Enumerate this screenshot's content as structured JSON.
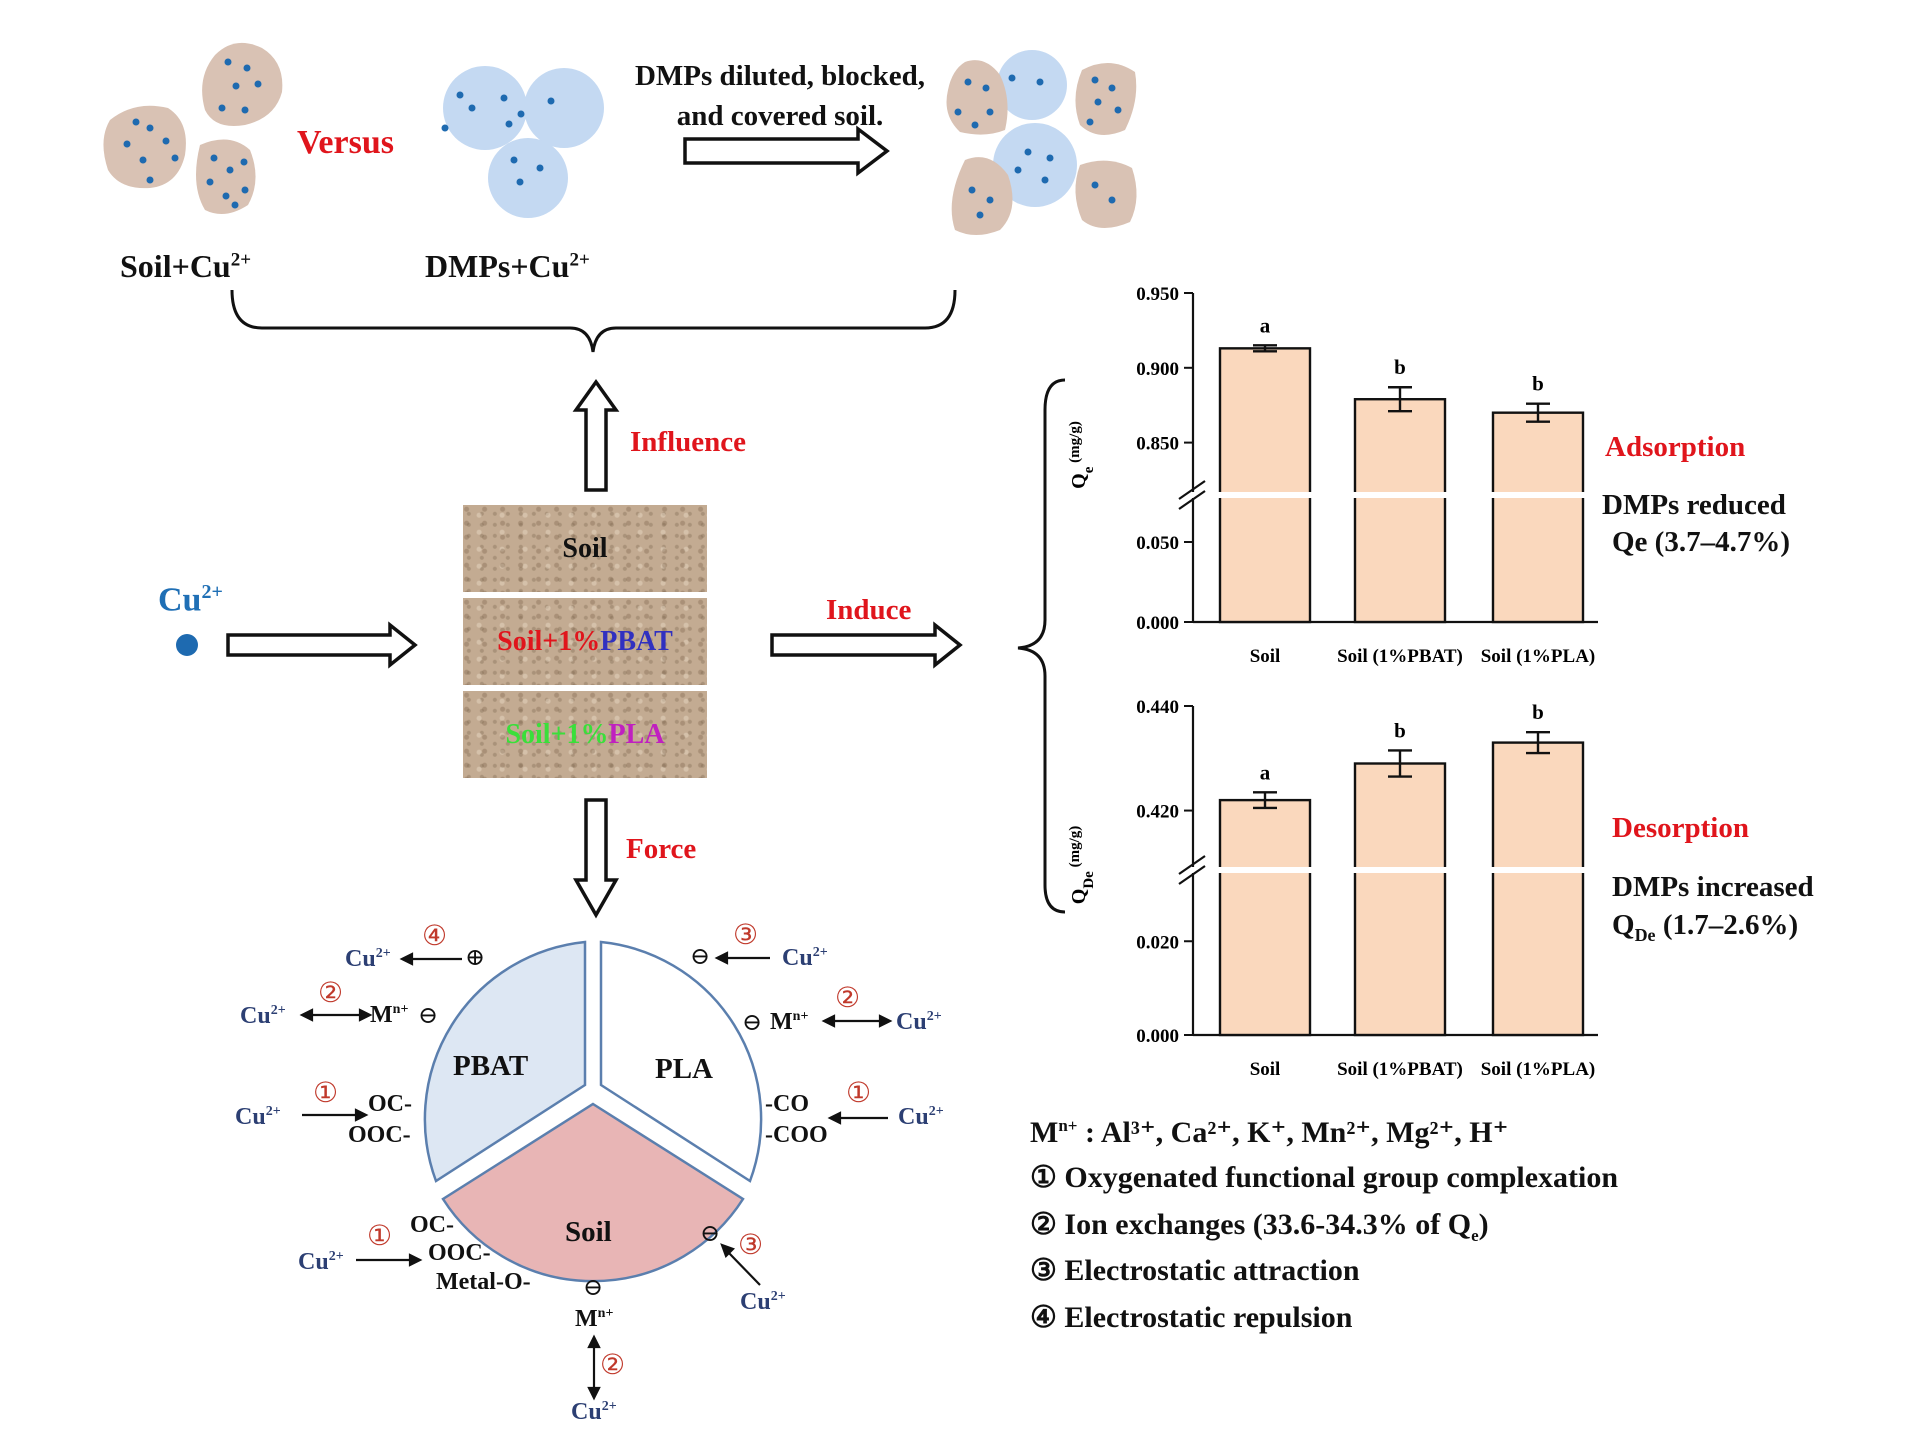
{
  "top": {
    "versus": "Versus",
    "soil_cu": "Soil+Cu",
    "dmps_cu": "DMPs+Cu",
    "charge": "2+",
    "arrow_text_line1": "DMPs diluted, blocked,",
    "arrow_text_line2": "and covered soil."
  },
  "center": {
    "influence": "Influence",
    "induce": "Induce",
    "force": "Force",
    "cu_ion": "Cu",
    "charge": "2+",
    "layers": {
      "soil": "Soil",
      "pbat_prefix": "Soil+1%",
      "pbat": "PBAT",
      "pla_prefix": "Soil+1%",
      "pla": "PLA"
    }
  },
  "colors": {
    "soil_particle": "#d9c2b4",
    "dmp_particle": "#c4d9f2",
    "dot": "#1e6ab0",
    "bar_fill": "#fad8bd",
    "pbat_sector": "#dde7f3",
    "pla_sector": "#ffffff",
    "soil_sector": "#e8b5b5",
    "pie_outline": "#5b7fae",
    "label_red": "#e0151c",
    "cu_blue": "#2c3f73",
    "circle_num": "#c0392b",
    "pbat_blue": "#3030c0",
    "pla_magenta": "#c020c0",
    "pla_prefix_green": "#3adf3a"
  },
  "mechanism": {
    "pbat": "PBAT",
    "pla": "PLA",
    "soil": "Soil",
    "cu": "Cu",
    "charge": "2+",
    "mn": "M",
    "mn_charge": "n+",
    "minus": "⊖",
    "plus": "⊕",
    "num1": "①",
    "num2": "②",
    "num3": "③",
    "num4": "④",
    "pbat_groups": [
      "OC-",
      "OOC-"
    ],
    "pla_groups": [
      "-CO",
      "-COO"
    ],
    "soil_groups": [
      "OC-",
      "OOC-",
      "Metal-O-"
    ]
  },
  "annotations": {
    "adsorption": "Adsorption",
    "adsorption_text_1": "DMPs reduced",
    "adsorption_text_2": "Qe (3.7–4.7%)",
    "desorption": "Desorption",
    "desorption_text_1": "DMPs increased",
    "desorption_q": "Q",
    "desorption_sub": "De",
    "desorption_text_2": " (1.7–2.6%)"
  },
  "legend": {
    "mn_def_m": "M",
    "mn_def_sup": "n+",
    "mn_def_rest": " : Al³⁺, Ca²⁺, K⁺, Mn²⁺, Mg²⁺, H⁺",
    "item1": "① Oxygenated functional group complexation",
    "item2_a": "② Ion exchanges (33.6-34.3% of Q",
    "item2_sub": "e",
    "item2_b": ")",
    "item3": "③ Electrostatic attraction",
    "item4": "④ Electrostatic repulsion"
  },
  "chart_data": [
    {
      "type": "bar",
      "ylabel_q": "Q",
      "ylabel_sub": "e",
      "ylabel_unit": "(mg/g)",
      "categories": [
        "Soil",
        "Soil (1%PBAT)",
        "Soil (1%PLA)"
      ],
      "values": [
        0.913,
        0.879,
        0.87
      ],
      "errors": [
        0.002,
        0.008,
        0.006
      ],
      "letters": [
        "a",
        "b",
        "b"
      ],
      "broken_axis": true,
      "ylim_lower": [
        0.0,
        0.07
      ],
      "ylim_upper": [
        0.825,
        0.95
      ],
      "yticks_lower": [
        "0.000",
        "0.050"
      ],
      "yticks_upper": [
        "0.850",
        "0.900",
        "0.950"
      ],
      "ytick_values_lower": [
        0.0,
        0.05
      ],
      "ytick_values_upper": [
        0.85,
        0.9,
        0.95
      ]
    },
    {
      "type": "bar",
      "ylabel_q": "Q",
      "ylabel_sub": "De",
      "ylabel_unit": "(mg/g)",
      "categories": [
        "Soil",
        "Soil (1%PBAT)",
        "Soil (1%PLA)"
      ],
      "values": [
        0.422,
        0.429,
        0.433
      ],
      "errors": [
        0.0015,
        0.0025,
        0.002
      ],
      "letters": [
        "a",
        "b",
        "b"
      ],
      "broken_axis": true,
      "ylim_lower": [
        0.0,
        0.032
      ],
      "ylim_upper": [
        0.4115,
        0.44
      ],
      "yticks_lower": [
        "0.000",
        "0.020"
      ],
      "yticks_upper": [
        "0.420",
        "0.440"
      ],
      "ytick_values_lower": [
        0.0,
        0.02
      ],
      "ytick_values_upper": [
        0.42,
        0.44
      ]
    }
  ]
}
